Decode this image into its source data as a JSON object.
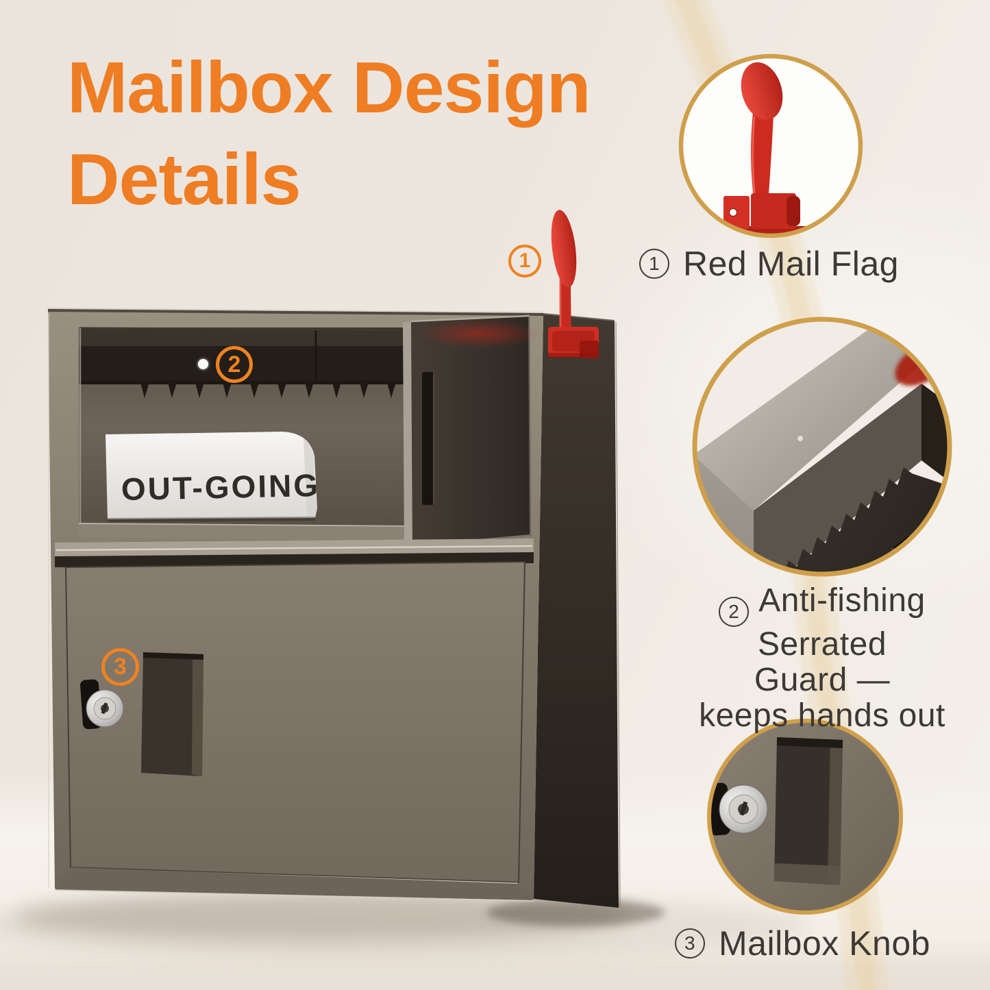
{
  "colors": {
    "accent_orange": "#EE7D24",
    "gold_ring": "#CF9F4C",
    "flag_red": "#D93228",
    "caption_text": "#3C3935",
    "background_cream": "#ECE5DC",
    "mailbox_taupe": "#7F7569",
    "mailbox_dark_side": "#332C26"
  },
  "title": {
    "line1": "Mailbox Design",
    "line2": "Details"
  },
  "product": {
    "name": "parcel mailbox 3D render",
    "outgoing_label": "OUT-GOING",
    "markers": [
      {
        "number": "1"
      },
      {
        "number": "2"
      },
      {
        "number": "3"
      }
    ]
  },
  "callouts": [
    {
      "number": "1",
      "icon": "red-mail-flag-closeup",
      "caption": "Red Mail Flag"
    },
    {
      "number": "2",
      "icon": "serrated-guard-closeup",
      "caption_lines": [
        "Anti-fishing Serrated",
        "Guard —",
        "keeps hands out"
      ]
    },
    {
      "number": "3",
      "icon": "mailbox-knob-closeup",
      "caption": "Mailbox Knob"
    }
  ]
}
